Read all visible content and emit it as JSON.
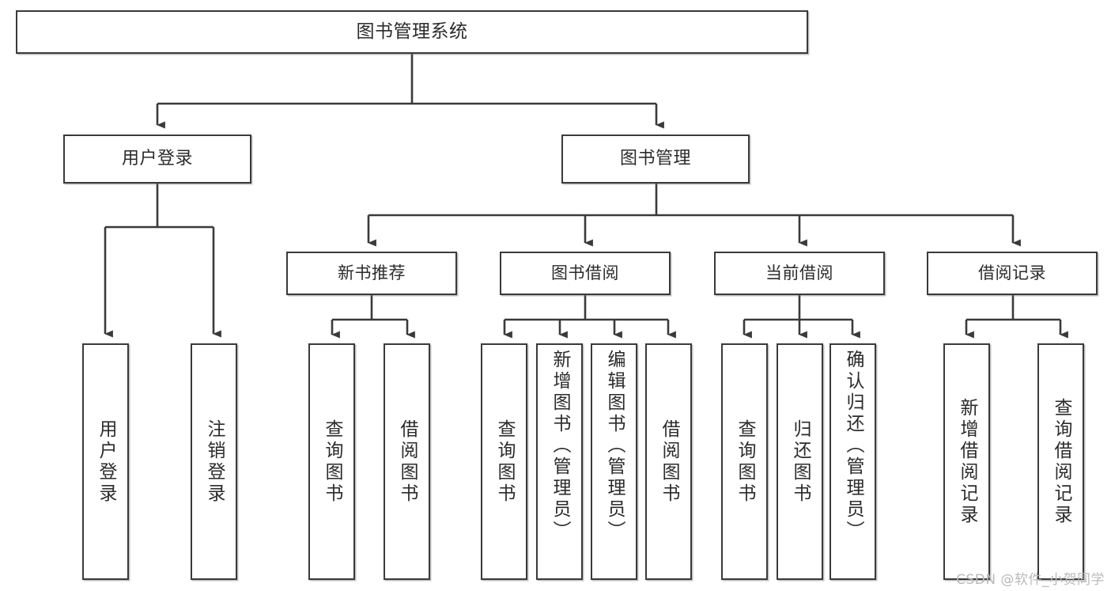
{
  "diagram": {
    "title": "图书管理系统",
    "type": "tree",
    "watermark": "CSDN @软件_小贺同学",
    "colors": {
      "border": "#3a3a3a",
      "background": "#ffffff",
      "text": "#2b2b2b",
      "watermark": "#b9b9b9"
    },
    "root": {
      "label": "图书管理系统"
    },
    "level2": [
      {
        "label": "用户登录"
      },
      {
        "label": "图书管理"
      }
    ],
    "level3": [
      {
        "label": "新书推荐"
      },
      {
        "label": "图书借阅"
      },
      {
        "label": "当前借阅"
      },
      {
        "label": "借阅记录"
      }
    ],
    "leaves": {
      "user_login": [
        {
          "label": "用户登录"
        },
        {
          "label": "注销登录"
        }
      ],
      "new_book_recommend": [
        {
          "label": "查询图书"
        },
        {
          "label": "借阅图书"
        }
      ],
      "book_borrow": [
        {
          "label": "查询图书"
        },
        {
          "label": "新增图书（管理员）"
        },
        {
          "label": "编辑图书（管理员）"
        },
        {
          "label": "借阅图书"
        }
      ],
      "current_borrow": [
        {
          "label": "查询图书"
        },
        {
          "label": "归还图书"
        },
        {
          "label": "确认归还（管理员）"
        }
      ],
      "borrow_record": [
        {
          "label": "新增借阅记录"
        },
        {
          "label": "查询借阅记录"
        }
      ]
    }
  }
}
